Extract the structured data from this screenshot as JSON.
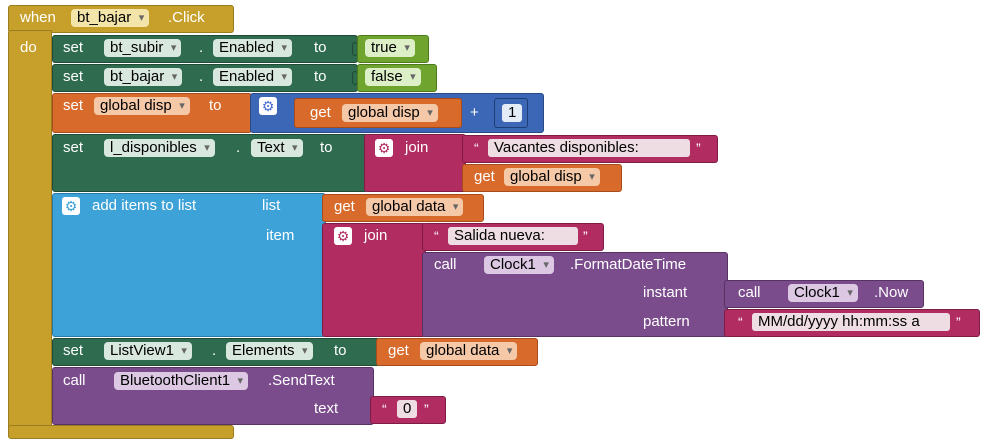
{
  "event": {
    "when": "when",
    "component": "bt_bajar",
    "event_name": ".Click",
    "do": "do"
  },
  "row1": {
    "set": "set",
    "component": "bt_subir",
    "dot": ".",
    "property": "Enabled",
    "to": "to",
    "value": "true"
  },
  "row2": {
    "set": "set",
    "component": "bt_bajar",
    "dot": ".",
    "property": "Enabled",
    "to": "to",
    "value": "false"
  },
  "row3": {
    "set": "set",
    "variable": "global disp",
    "to": "to",
    "get": "get",
    "get_var": "global disp",
    "plus": "+",
    "number": "1"
  },
  "row4": {
    "set": "set",
    "component": "l_disponibles",
    "dot": ".",
    "property": "Text",
    "to": "to",
    "join": "join",
    "open_q": "“",
    "text": "Vacantes disponibles: ",
    "close_q": "”",
    "get": "get",
    "get_var": "global disp"
  },
  "row5": {
    "label": "add items to list",
    "list": "list",
    "item": "item",
    "get": "get",
    "get_var": "global data",
    "join": "join",
    "open_q": "“",
    "text": "Salida nueva: ",
    "close_q": "”",
    "call": "call",
    "clock": "Clock1",
    "method": ".FormatDateTime",
    "instant": "instant",
    "call2": "call",
    "clock2": "Clock1",
    "now": ".Now",
    "pattern": "pattern",
    "pattern_open_q": "“",
    "pattern_text": "MM/dd/yyyy hh:mm:ss a",
    "pattern_close_q": "”"
  },
  "row6": {
    "set": "set",
    "component": "ListView1",
    "dot": ".",
    "property": "Elements",
    "to": "to",
    "get": "get",
    "get_var": "global data"
  },
  "row7": {
    "call": "call",
    "component": "BluetoothClient1",
    "method": ".SendText",
    "text_label": "text",
    "open_q": "“",
    "text": "0",
    "close_q": "”"
  }
}
